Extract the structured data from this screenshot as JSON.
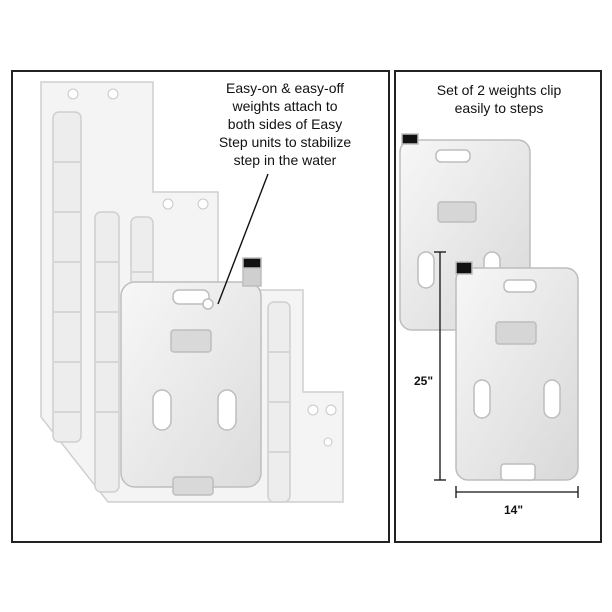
{
  "left_caption_lines": [
    "Easy-on & easy-off",
    "weights attach to",
    "both sides of Easy",
    "Step units to stabilize",
    "step in the water"
  ],
  "right_caption_lines": [
    "Set of 2 weights clip",
    "easily to steps"
  ],
  "dimensions": {
    "height_label": "25\"",
    "width_label": "14\""
  },
  "colors": {
    "border": "#222222",
    "plastic": "#ececec",
    "plastic_shadow": "#c9c9c9",
    "cap": "#111111"
  }
}
